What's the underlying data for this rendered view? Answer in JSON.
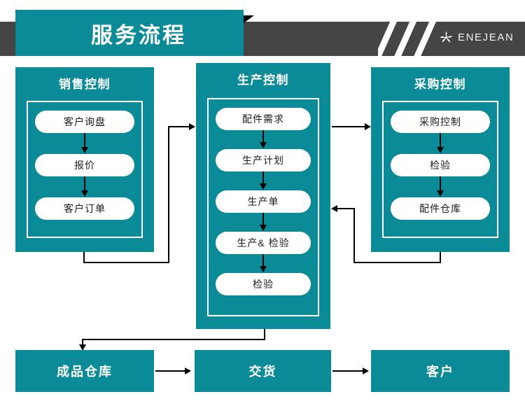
{
  "header": {
    "title": "服务流程",
    "brand": "ENEJEAN",
    "logo_icon": "pinwheel-flower-icon",
    "bar_color": "#454545",
    "banner_color": "#0b8b97"
  },
  "theme": {
    "teal": "#0b8b97",
    "dark_gray": "#454545",
    "white": "#ffffff",
    "line": "#000000"
  },
  "columns": [
    {
      "id": "sales",
      "title": "销售控制",
      "steps": [
        "客户询盘",
        "报价",
        "客户订单"
      ]
    },
    {
      "id": "production",
      "title": "生产控制",
      "steps": [
        "配件需求",
        "生产计划",
        "生产单",
        "生产& 检验",
        "检验"
      ]
    },
    {
      "id": "purchasing",
      "title": "采购控制",
      "steps": [
        "采购控制",
        "检验",
        "配件仓库"
      ]
    }
  ],
  "bottom_row": [
    "成品仓库",
    "交货",
    "客户"
  ]
}
